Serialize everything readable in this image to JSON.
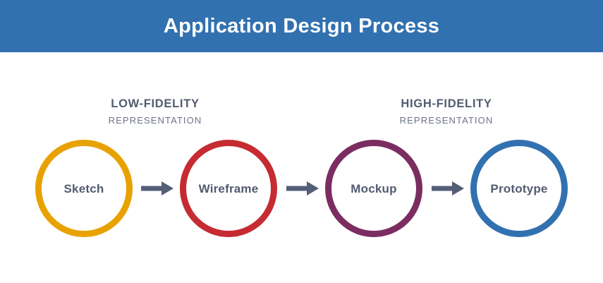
{
  "header": {
    "title": "Application Design Process",
    "background_color": "#3271B0",
    "text_color": "#FFFFFF"
  },
  "groups": [
    {
      "id": "low-fidelity",
      "title": "LOW-FIDELITY",
      "subtitle": "REPRESENTATION"
    },
    {
      "id": "high-fidelity",
      "title": "HIGH-FIDELITY",
      "subtitle": "REPRESENTATION"
    }
  ],
  "process": {
    "arrow_color": "#545E77",
    "label_color": "#525B70",
    "steps": [
      {
        "label": "Sketch",
        "color": "#E8A200"
      },
      {
        "label": "Wireframe",
        "color": "#C62B32"
      },
      {
        "label": "Mockup",
        "color": "#7B2D62"
      },
      {
        "label": "Prototype",
        "color": "#3271B0"
      }
    ],
    "arrows": [
      {
        "icon": "arrow-right-icon"
      },
      {
        "icon": "arrow-right-icon"
      },
      {
        "icon": "arrow-right-icon"
      }
    ]
  }
}
